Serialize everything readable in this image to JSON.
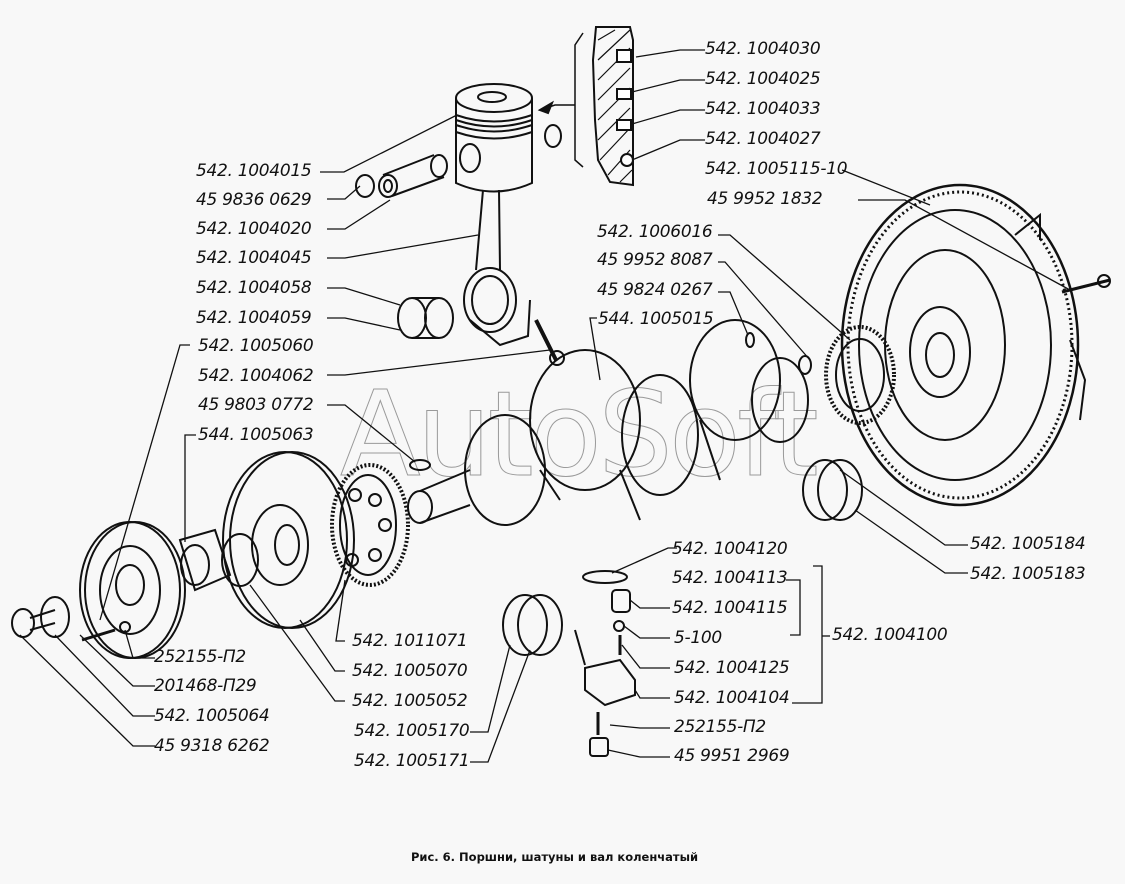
{
  "figure": {
    "caption": "Рис. 6. Поршни, шатуны и вал коленчатый",
    "watermark": "AutoSoft"
  },
  "labels": {
    "piston_ring_1": "542. 1004030",
    "piston_ring_2": "542. 1004025",
    "piston_ring_3": "542. 1004033",
    "piston_ring_4": "542. 1004027",
    "flywheel": "542. 1005115-10",
    "flywheel_bolt": "45 9952 1832",
    "piston": "542. 1004015",
    "retaining_ring": "45 9836 0629",
    "piston_pin": "542. 1004020",
    "connecting_rod": "542. 1004045",
    "rod_bearing_upper": "542. 1004058",
    "rod_bearing_lower": "542. 1004059",
    "pulley": "542. 1005060",
    "rod_bolt": "542. 1004062",
    "key_front": "45 9803 0772",
    "hub_damper": "544. 1005063",
    "crank_gear": "542. 1006016",
    "pin_rear": "45 9952 8087",
    "key_rear": "45 9824 0267",
    "crankshaft": "544. 1005015",
    "main_bearing_upper": "542. 1005184",
    "main_bearing_lower": "542. 1005183",
    "nozzle_gasket": "542. 1004120",
    "nozzle_valve_body": "542. 1004113",
    "nozzle_plug": "542. 1004115",
    "nozzle_ball": "5-100",
    "nozzle_spring": "542. 1004125",
    "nozzle_assembly": "542. 1004100",
    "nozzle_body": "542. 1004104",
    "nozzle_washer": "252155-П2",
    "nozzle_bolt": "45 9951 2969",
    "gear_front": "542. 1011071",
    "damper": "542. 1005070",
    "hub": "542. 1005052",
    "thrust_half_upper": "542. 1005170",
    "thrust_half_lower": "542. 1005171",
    "pulley_washer": "252155-П2",
    "pulley_bolt_small": "201468-П29",
    "pulley_washer_big": "542. 1005064",
    "pulley_bolt_big": "45 9318 6262"
  }
}
